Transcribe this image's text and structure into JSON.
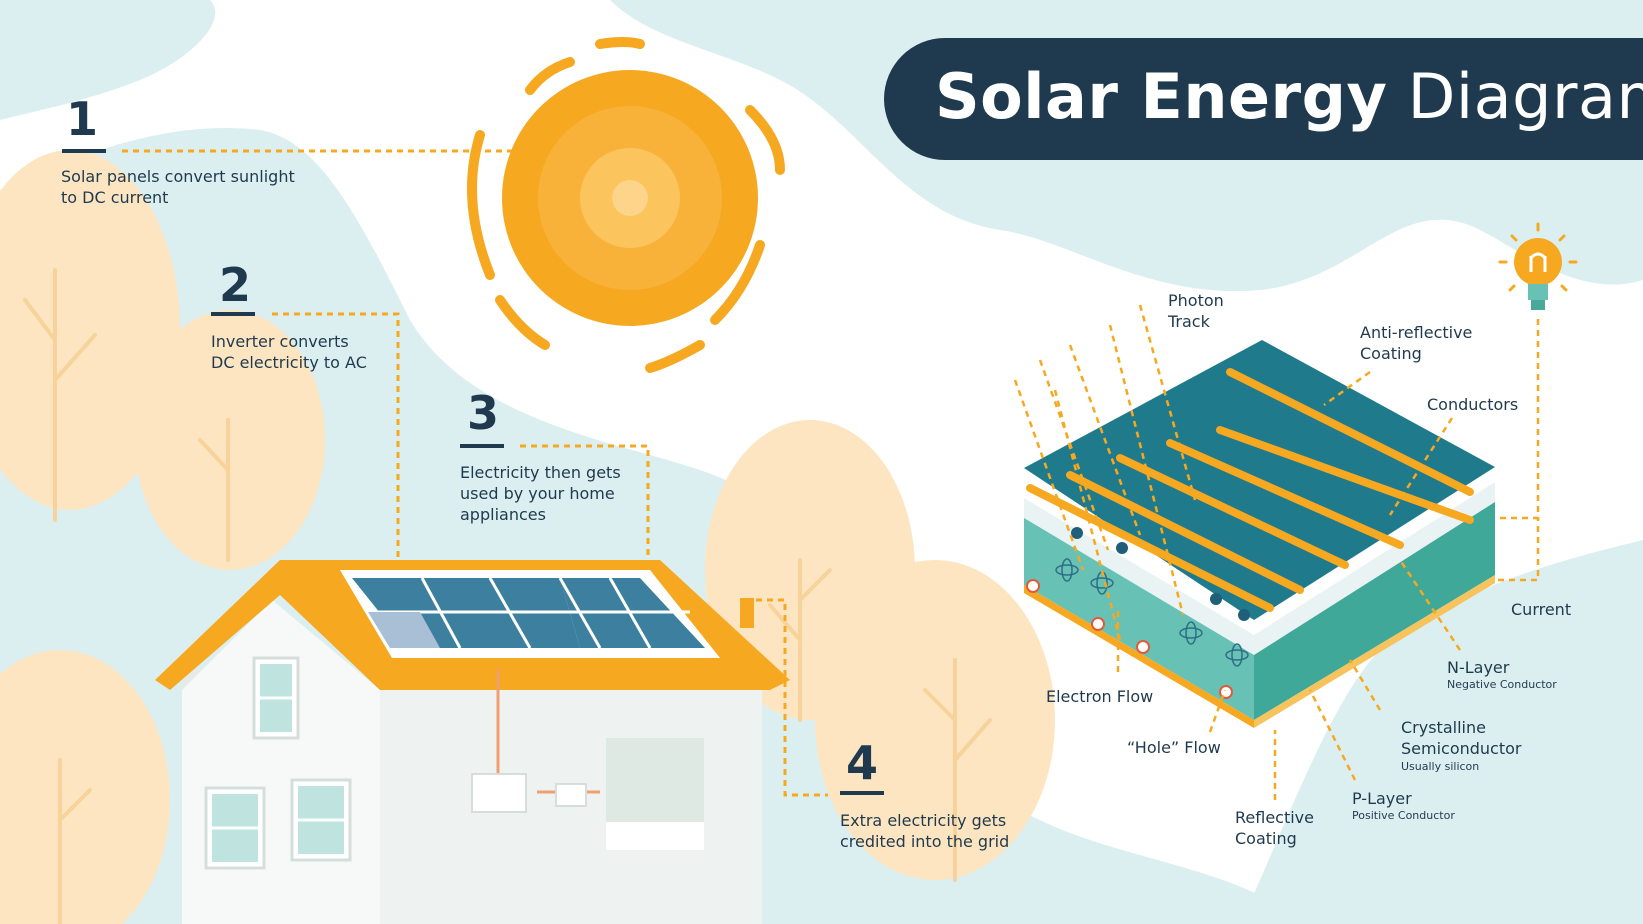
{
  "title": {
    "bold": "Solar Energy",
    "regular": "Diagram"
  },
  "steps": [
    {
      "num": "1",
      "text": "Solar panels convert sunlight\nto DC current"
    },
    {
      "num": "2",
      "text": "Inverter converts\nDC electricity to AC"
    },
    {
      "num": "3",
      "text": "Electricity then gets\nused by your home\nappliances"
    },
    {
      "num": "4",
      "text": "Extra electricity gets\ncredited into the grid"
    }
  ],
  "cell_labels": {
    "photon_track": "Photon\nTrack",
    "anti_reflective": "Anti-reflective\nCoating",
    "conductors": "Conductors",
    "current": "Current",
    "n_layer": "N-Layer",
    "n_layer_sub": "Negative Conductor",
    "crystalline": "Crystalline\nSemiconductor",
    "crystalline_sub": "Usually silicon",
    "p_layer": "P-Layer",
    "p_layer_sub": "Positive Conductor",
    "reflective": "Reflective\nCoating",
    "hole_flow": "“Hole” Flow",
    "electron_flow": "Electron Flow"
  },
  "colors": {
    "navy": "#1f3a4f",
    "sun_orange": "#f6a821",
    "sun_light": "#fcc35a",
    "bg_teal": "#dceff0",
    "tree_peach": "#fde5c1",
    "panel_blue": "#3d7f9f",
    "cell_teal": "#67c1b5",
    "cell_top": "#1f7a8c"
  },
  "icons": [
    "sun-icon",
    "light-bulb-icon",
    "atom-icon",
    "electron-minus-icon",
    "hole-plus-icon",
    "house-icon",
    "inverter-icon",
    "meter-icon"
  ]
}
